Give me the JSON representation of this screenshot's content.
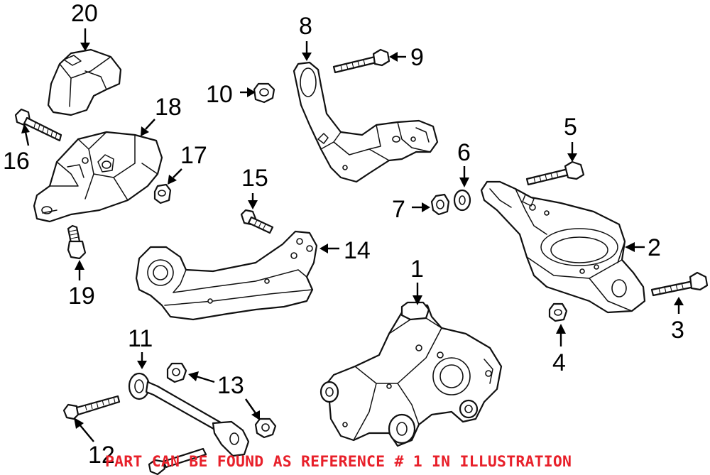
{
  "callouts": {
    "c1": "1",
    "c2": "2",
    "c3": "3",
    "c4": "4",
    "c5": "5",
    "c6": "6",
    "c7": "7",
    "c8": "8",
    "c9": "9",
    "c10": "10",
    "c11": "11",
    "c12": "12",
    "c13": "13",
    "c14": "14",
    "c15": "15",
    "c16": "16",
    "c17": "17",
    "c18": "18",
    "c19": "19",
    "c20": "20"
  },
  "caption": "PART CAN BE FOUND AS REFERENCE # 1 IN ILLUSTRATION",
  "colors": {
    "line": "#111111",
    "caption": "#e8202a",
    "background": "#ffffff"
  }
}
